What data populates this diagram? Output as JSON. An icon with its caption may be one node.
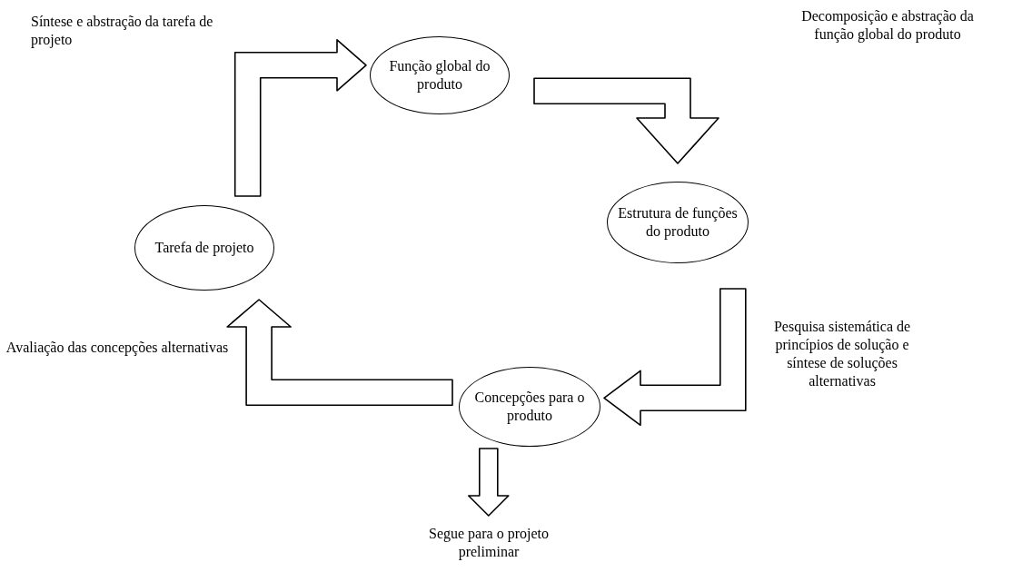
{
  "diagram": {
    "nodes": [
      {
        "text": [
          "Tarefa de projeto"
        ]
      },
      {
        "text": [
          "Função global do produto"
        ]
      },
      {
        "text": [
          "Estrutura de funções do produto"
        ]
      },
      {
        "text": [
          "Concepções para o produto"
        ]
      },
      {
        "text": [
          "Segue para o projeto preliminar"
        ]
      }
    ],
    "edges": [
      {
        "from": 0,
        "to": 1,
        "arrow": "to"
      },
      {
        "from": 1,
        "to": 2,
        "arrow": "to"
      },
      {
        "from": 2,
        "to": 3,
        "arrow": "to"
      },
      {
        "from": 3,
        "to": 0,
        "arrow": "to"
      },
      {
        "from": 3,
        "to": 4,
        "arrow": "to"
      }
    ],
    "labels": [
      "Síntese e abstração da tarefa de projeto",
      "Decomposição e abstração da função global do produto",
      "Pesquisa sistemática de princípios de solução e síntese de soluções alternativas",
      "Avaliação das concepções alternativas"
    ]
  }
}
